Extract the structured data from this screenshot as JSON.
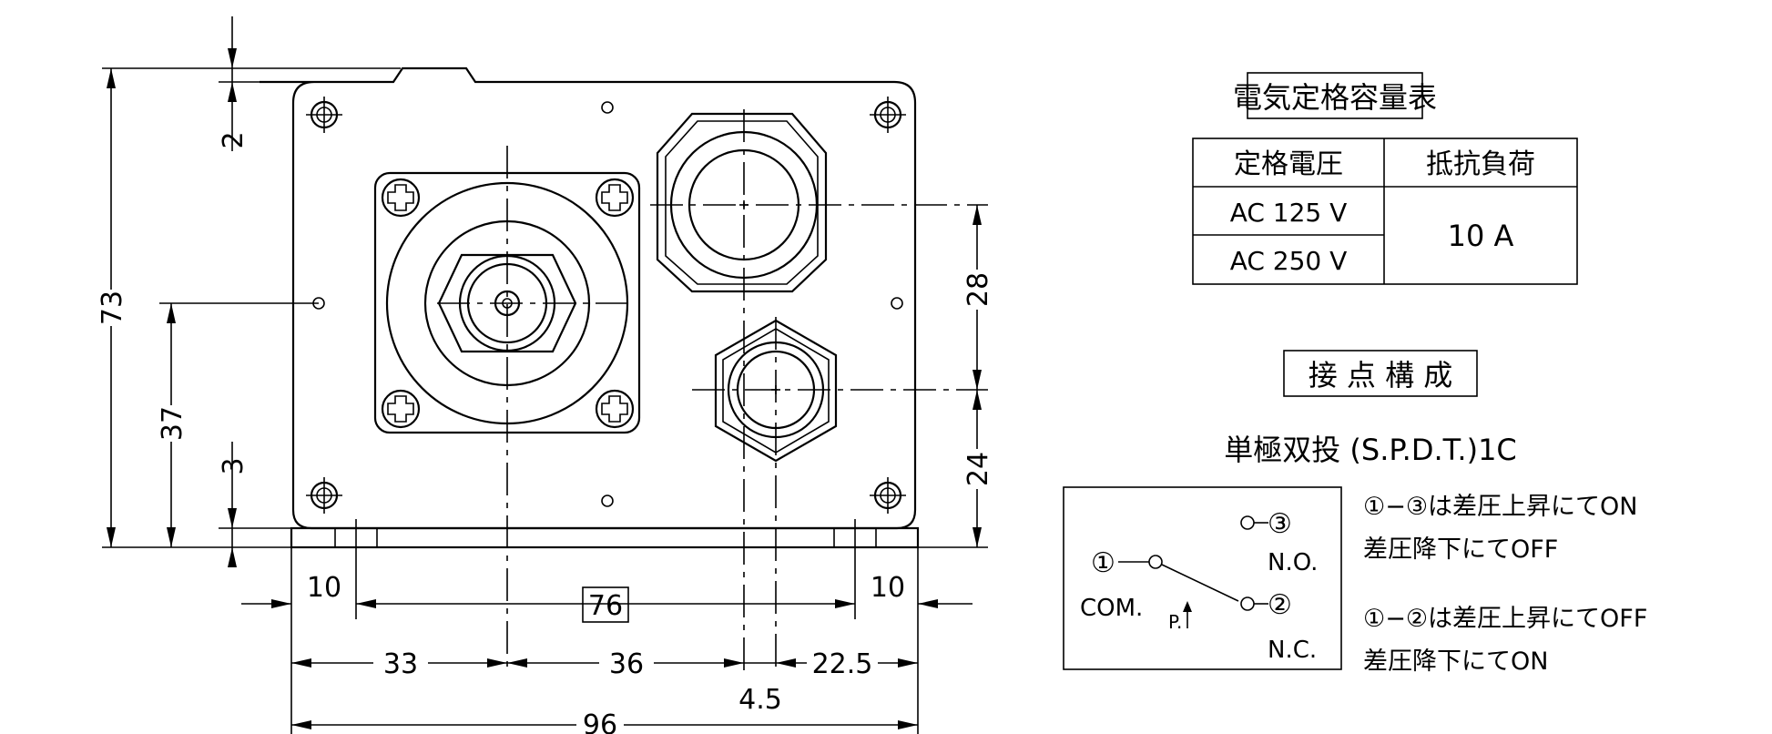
{
  "dimensions": {
    "d73": "73",
    "d37": "37",
    "d2": "2",
    "d3": "3",
    "d28": "28",
    "d24": "24",
    "d10_left": "10",
    "d10_right": "10",
    "d76": "76",
    "d33": "33",
    "d36": "36",
    "d22_5": "22.5",
    "d4_5": "4.5",
    "d96": "96"
  },
  "rating_table": {
    "title": "電気定格容量表",
    "header_voltage": "定格電圧",
    "header_load": "抵抗負荷",
    "row1_voltage": "AC 125 V",
    "row2_voltage": "AC 250 V",
    "current": "10 A"
  },
  "contact": {
    "title": "接 点 構 成",
    "type": "単極双投 (S.P.D.T.)1C",
    "terminal_1": "①",
    "terminal_2": "②",
    "terminal_3": "③",
    "com_label": "COM.",
    "no_label": "N.O.",
    "nc_label": "N.C.",
    "pressure_label": "P.",
    "note1_line1": "①−③は差圧上昇にてON",
    "note1_line2": "差圧降下にてOFF",
    "note2_line1": "①−②は差圧上昇にてOFF",
    "note2_line2": "差圧降下にてON"
  }
}
